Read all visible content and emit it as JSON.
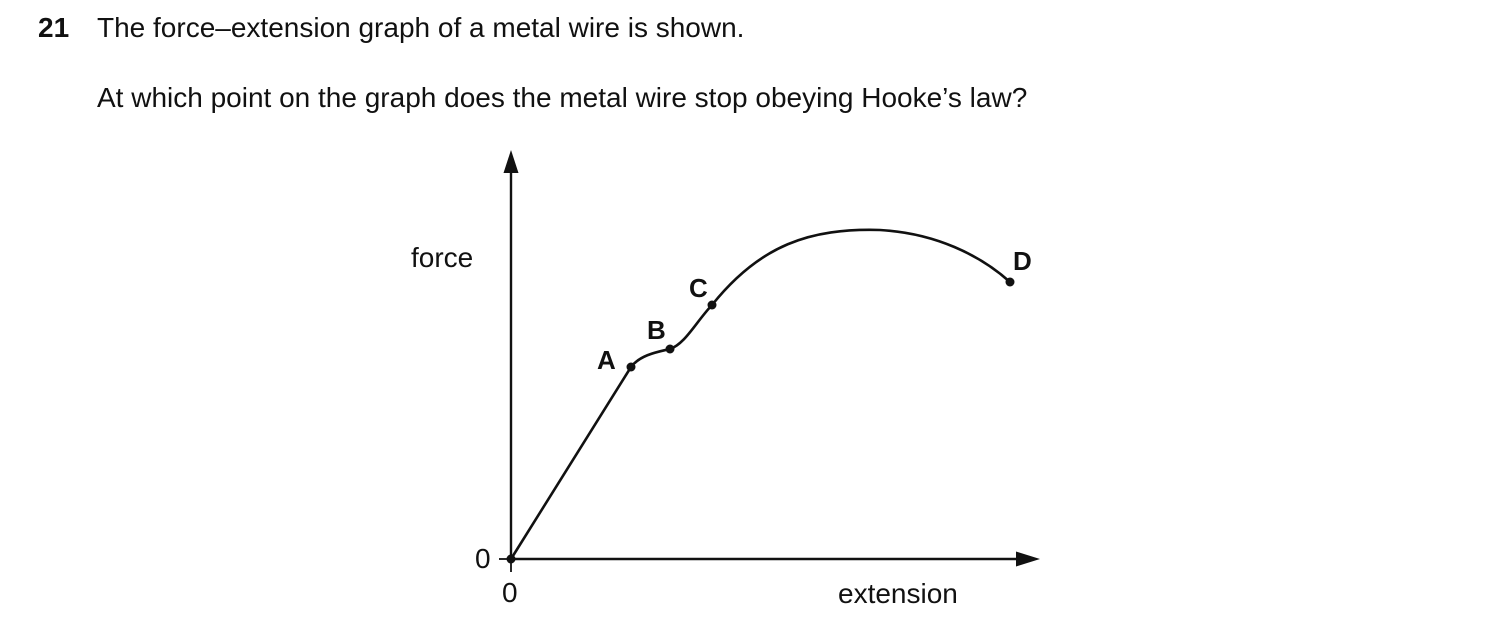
{
  "question": {
    "number": "21",
    "stem": "The force–extension graph of a metal wire is shown.",
    "prompt": "At which point on the graph does the metal wire stop obeying Hooke’s law?"
  },
  "graph": {
    "y_axis_label": "force",
    "x_axis_label": "extension",
    "y_origin_label": "0",
    "x_origin_label": "0",
    "points": [
      {
        "id": "A",
        "label": "A"
      },
      {
        "id": "B",
        "label": "B"
      },
      {
        "id": "C",
        "label": "C"
      },
      {
        "id": "D",
        "label": "D"
      }
    ],
    "line_color": "#111111"
  }
}
